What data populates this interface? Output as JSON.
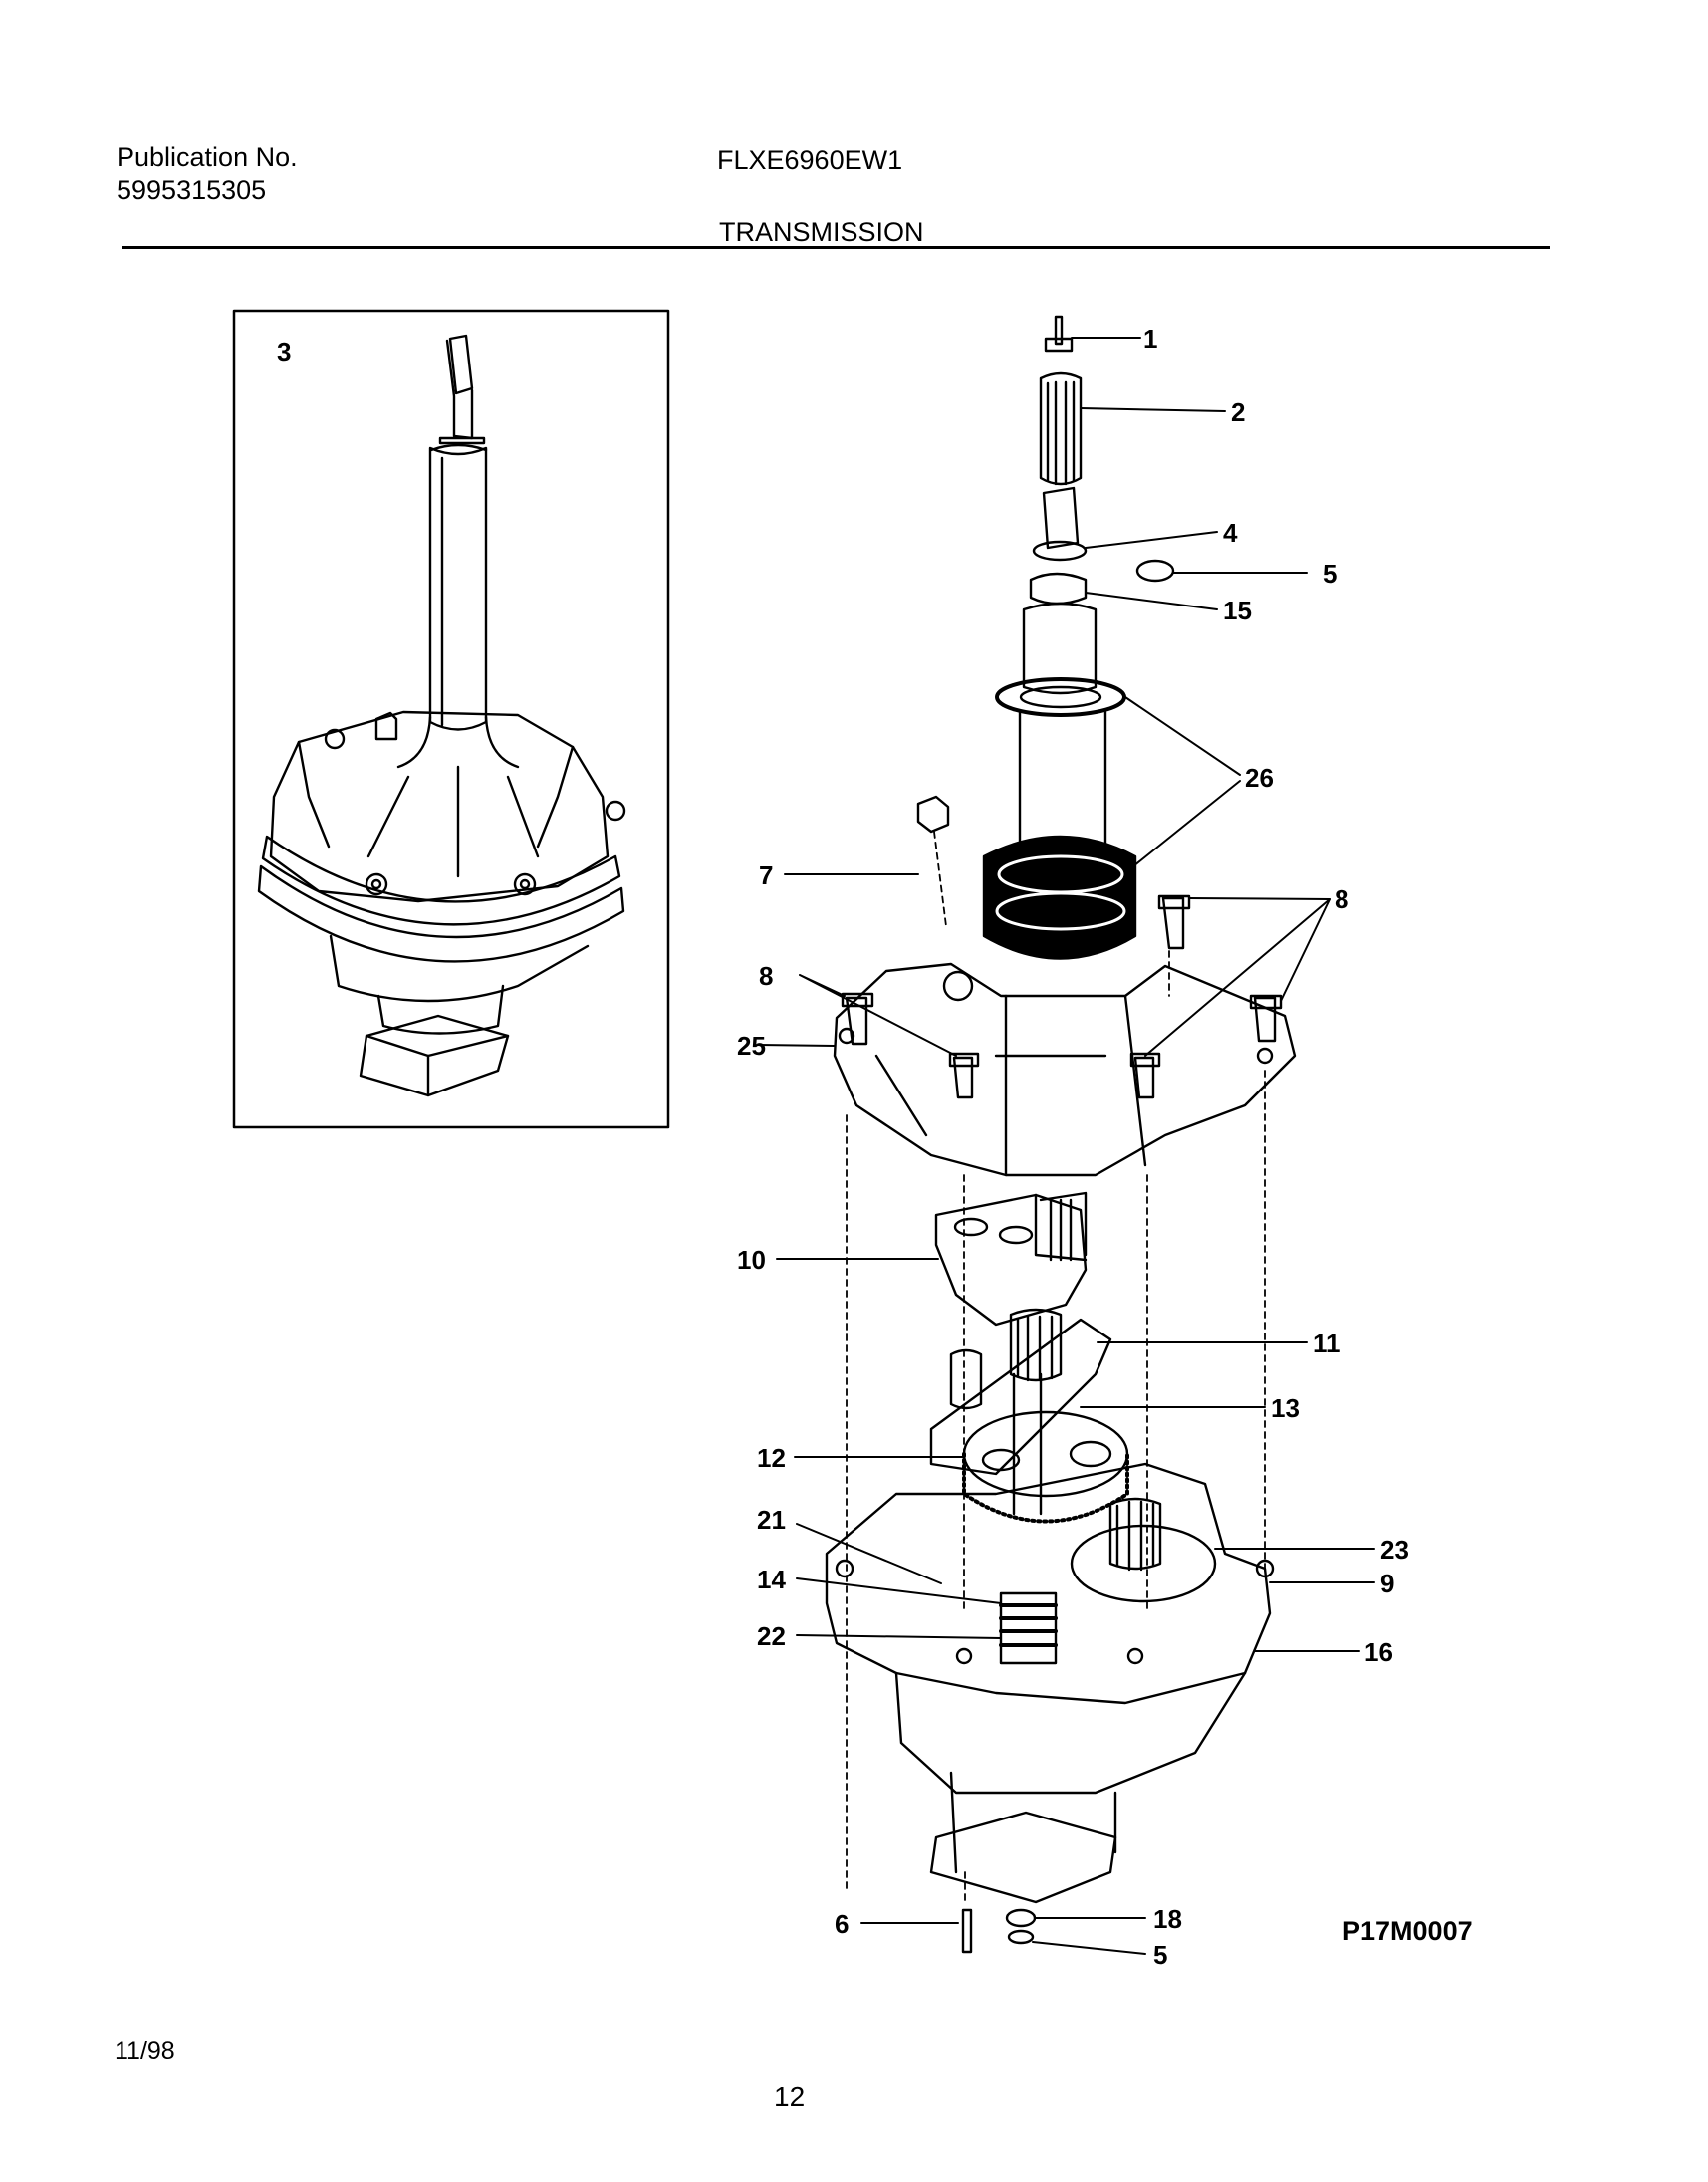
{
  "header": {
    "publication_label": "Publication No.",
    "publication_number": "5995315305",
    "model": "FLXE6960EW1",
    "section_title": "TRANSMISSION"
  },
  "diagram": {
    "inset_callout": "3",
    "callouts": [
      "1",
      "2",
      "4",
      "5",
      "15",
      "26",
      "7",
      "8",
      "8",
      "25",
      "10",
      "11",
      "13",
      "12",
      "21",
      "14",
      "22",
      "23",
      "9",
      "16",
      "6",
      "18",
      "5"
    ],
    "drawing_code": "P17M0007"
  },
  "footer": {
    "date": "11/98",
    "page": "12"
  }
}
